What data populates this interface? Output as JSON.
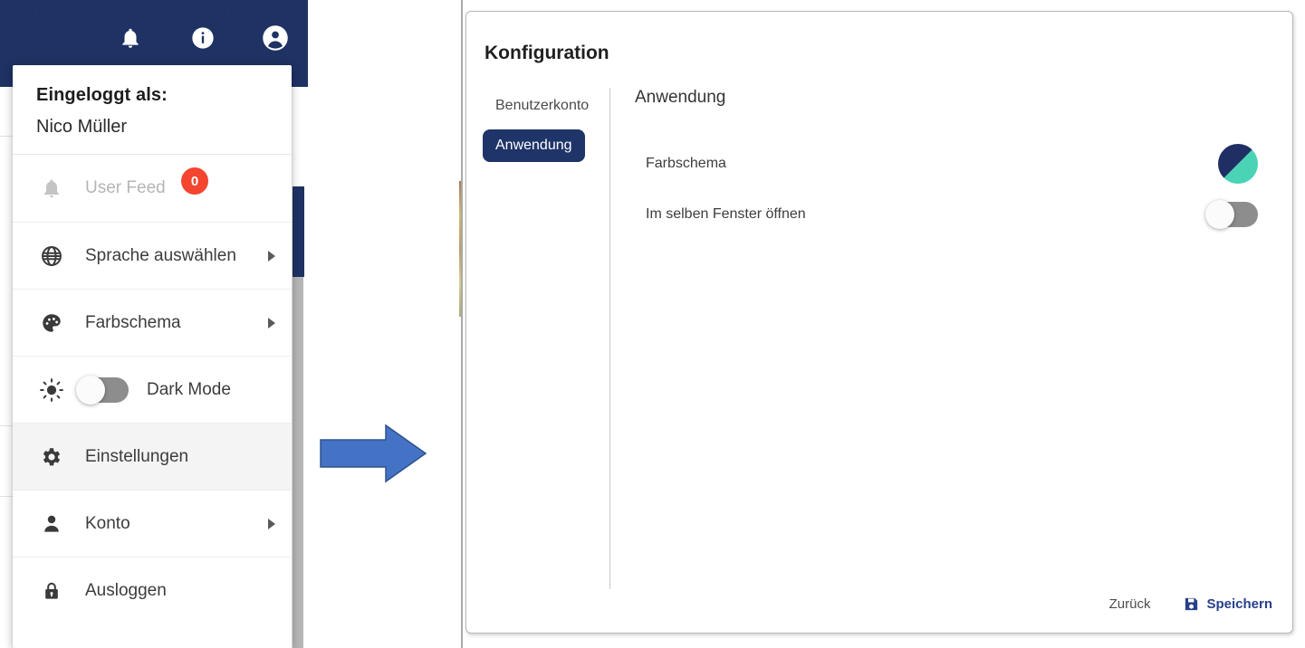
{
  "app": {
    "topbar": {
      "icons": [
        {
          "name": "notifications-bell-icon",
          "label": "Benachrichtigungen"
        },
        {
          "name": "info-icon",
          "label": "Information"
        },
        {
          "name": "account-avatar-icon",
          "label": "Konto"
        }
      ],
      "background_color": "#1e3263"
    }
  },
  "user_menu": {
    "header": {
      "logged_in_as_label": "Eingeloggt als:",
      "user_name": "Nico Müller"
    },
    "items": [
      {
        "label": "User Feed",
        "icon": "bell-icon",
        "badge": "0",
        "disabled": true,
        "has_submenu": false,
        "has_toggle": false,
        "active": false
      },
      {
        "label": "Sprache auswählen",
        "icon": "globe-icon",
        "badge": null,
        "disabled": false,
        "has_submenu": true,
        "has_toggle": false,
        "active": false
      },
      {
        "label": "Farbschema",
        "icon": "palette-icon",
        "badge": null,
        "disabled": false,
        "has_submenu": true,
        "has_toggle": false,
        "active": false
      },
      {
        "label": "Dark Mode",
        "icon": "sun-icon",
        "badge": null,
        "disabled": false,
        "has_submenu": false,
        "has_toggle": true,
        "toggle_on": false,
        "active": false
      },
      {
        "label": "Einstellungen",
        "icon": "gear-icon",
        "badge": null,
        "disabled": false,
        "has_submenu": false,
        "has_toggle": false,
        "active": true
      },
      {
        "label": "Konto",
        "icon": "person-icon",
        "badge": null,
        "disabled": false,
        "has_submenu": true,
        "has_toggle": false,
        "active": false
      },
      {
        "label": "Ausloggen",
        "icon": "lock-icon",
        "badge": null,
        "disabled": false,
        "has_submenu": false,
        "has_toggle": false,
        "active": false
      }
    ],
    "badge_color": "#f4452f"
  },
  "arrow": {
    "name": "flow-arrow-right",
    "fill_color": "#4472c4",
    "stroke_color": "#2f528f"
  },
  "dialog": {
    "title": "Konfiguration",
    "nav": [
      {
        "label": "Benutzerkonto",
        "selected": false
      },
      {
        "label": "Anwendung",
        "selected": true
      }
    ],
    "pane": {
      "title": "Anwendung",
      "settings": [
        {
          "label": "Farbschema",
          "control": "color-swatch",
          "colors": [
            "#1f2e63",
            "#4ad3b4"
          ]
        },
        {
          "label": "Im selben Fenster öffnen",
          "control": "toggle",
          "toggle_on": false
        }
      ]
    },
    "footer": {
      "back_label": "Zurück",
      "save_label": "Speichern",
      "save_icon": "floppy-save-icon",
      "save_color": "#27408b"
    },
    "selected_nav_color": "#1f3468"
  }
}
